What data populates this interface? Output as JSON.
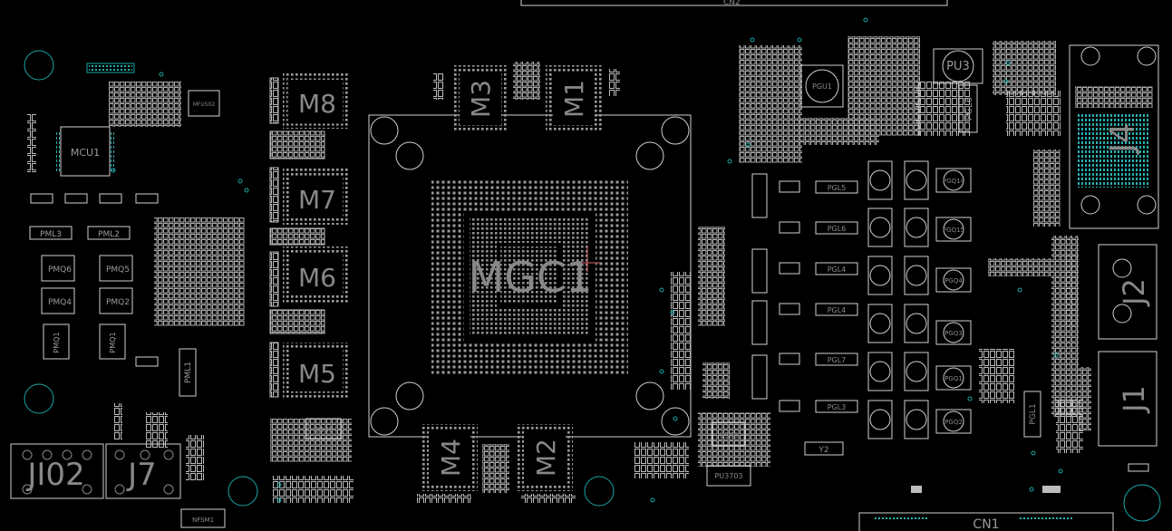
{
  "board": {
    "background": "#000000",
    "outline_color": "#cfcfcf",
    "pad_color": "#bdbdbd",
    "via_color": "#1aa6a6",
    "label_color": "#8c8c8c"
  },
  "components": {
    "gpu": "MGC1",
    "memory": [
      "M8",
      "M7",
      "M6",
      "M5",
      "M3",
      "M1",
      "M4",
      "M2"
    ],
    "microcontroller": "MCU1",
    "connectors": {
      "j4": "J4",
      "j2": "J2",
      "j1": "J1",
      "j7": "J7",
      "j102": "JI02",
      "cn1": "CN1",
      "cn2": "CN2"
    },
    "regulators": {
      "pu3": "PU3",
      "pgu1": "PGU1",
      "pgl6": "PGL6",
      "pgl1": "PGL1"
    },
    "mosfets_left": [
      "PMQ6",
      "PMQ5",
      "PMQ4",
      "PMQ2",
      "PMQ1",
      "PMQ1"
    ],
    "inductors_left": [
      "PML3",
      "PML2",
      "PML1"
    ],
    "mosfets_right": [
      "PGQ14",
      "PGQ15",
      "PGQ4",
      "PGQ3",
      "PGQ1",
      "PGQ2"
    ],
    "inductors_right": [
      "PGL5",
      "PGL6",
      "PGL4",
      "PGL4",
      "PGL7",
      "PGL3"
    ],
    "misc": {
      "q535": "Q535",
      "u505": "U505",
      "y2": "Y2",
      "pu3703": "PU3703",
      "mfu502": "MFU502",
      "nfsm1": "NFSM1"
    }
  }
}
